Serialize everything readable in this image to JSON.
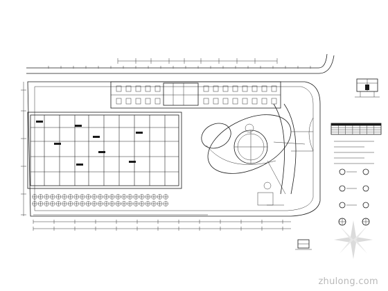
{
  "watermark": {
    "text": "zhulong.com"
  },
  "colors": {
    "line": "#1a1a1a",
    "watermark": "#b8b8b8",
    "background": "#ffffff"
  },
  "legend_table": {
    "rows": 5,
    "cols": 7
  },
  "icons": [
    "north-arrow-icon",
    "compass-rose-icon"
  ]
}
